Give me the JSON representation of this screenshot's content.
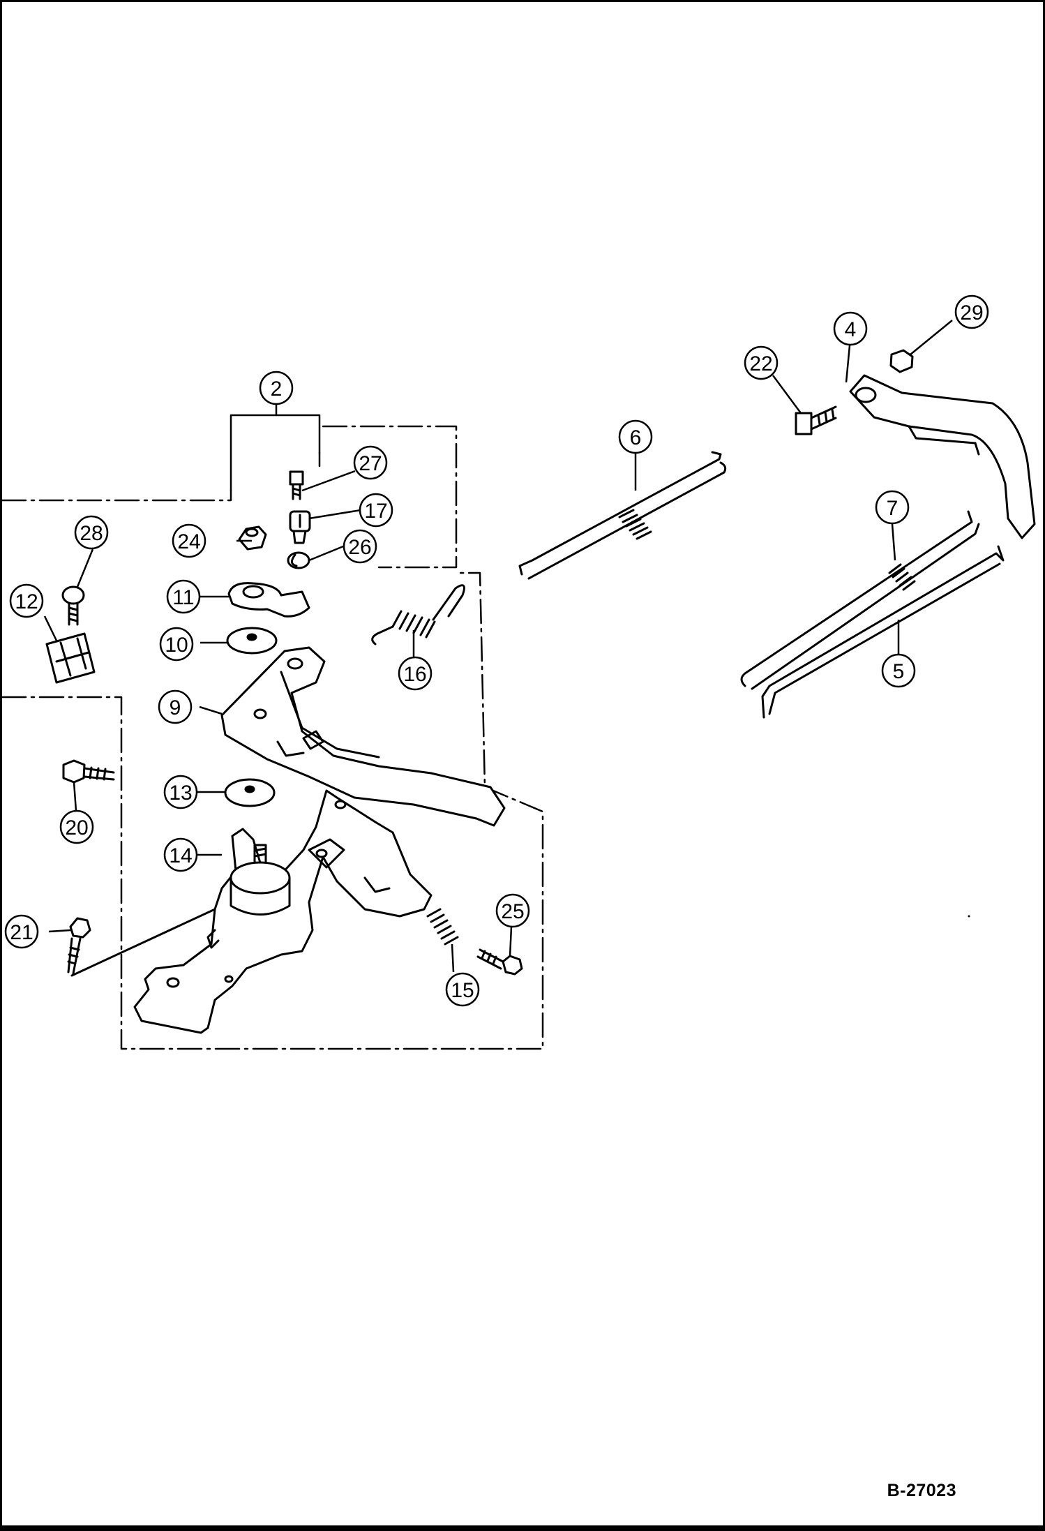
{
  "figure_code": "B-27023",
  "callouts": [
    {
      "id": "2",
      "label": "2"
    },
    {
      "id": "4",
      "label": "4"
    },
    {
      "id": "5",
      "label": "5"
    },
    {
      "id": "6",
      "label": "6"
    },
    {
      "id": "7",
      "label": "7"
    },
    {
      "id": "9",
      "label": "9"
    },
    {
      "id": "10",
      "label": "10"
    },
    {
      "id": "11",
      "label": "11"
    },
    {
      "id": "12",
      "label": "12"
    },
    {
      "id": "13",
      "label": "13"
    },
    {
      "id": "14",
      "label": "14"
    },
    {
      "id": "15",
      "label": "15"
    },
    {
      "id": "16",
      "label": "16"
    },
    {
      "id": "17",
      "label": "17"
    },
    {
      "id": "20",
      "label": "20"
    },
    {
      "id": "21",
      "label": "21"
    },
    {
      "id": "22",
      "label": "22"
    },
    {
      "id": "24",
      "label": "24"
    },
    {
      "id": "25",
      "label": "25"
    },
    {
      "id": "26",
      "label": "26"
    },
    {
      "id": "27",
      "label": "27"
    },
    {
      "id": "28",
      "label": "28"
    },
    {
      "id": "29",
      "label": "29"
    }
  ]
}
